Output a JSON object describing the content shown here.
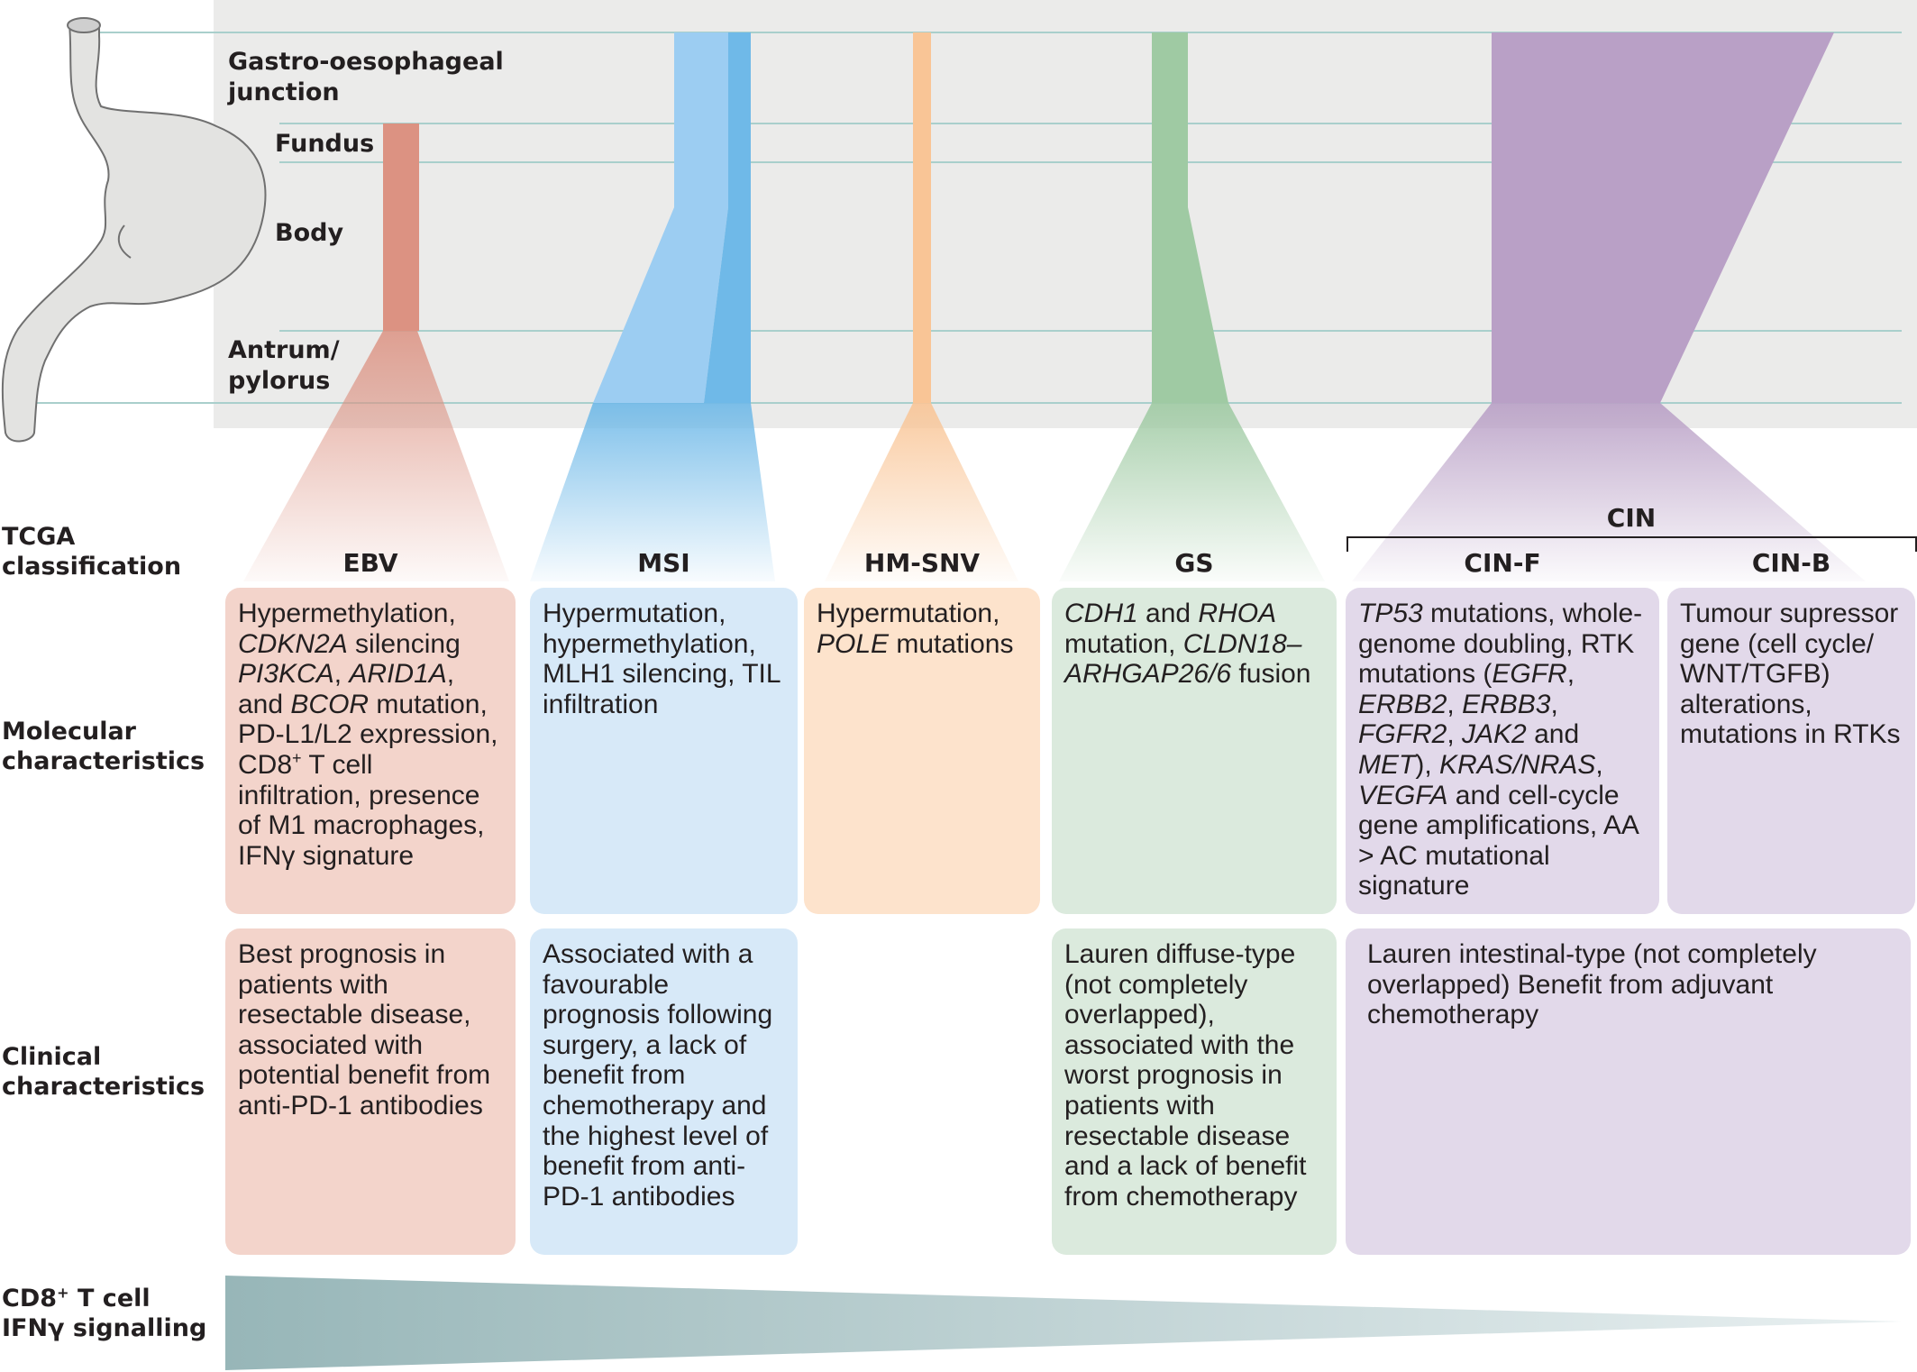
{
  "regions": [
    "Gastro-oesophageal junction",
    "Fundus",
    "Body",
    "Antrum/ pylorus"
  ],
  "row_labels": {
    "tcga": "TCGA classification",
    "molecular": "Molecular characteristics",
    "clinical": "Clinical characteristics",
    "gradient": "CD8+ T cell IFNγ signalling"
  },
  "subtypes": {
    "ebv": {
      "name": "EBV",
      "color": "#dc9282",
      "molecular": "Hypermethylation, CDKN2A silencing PI3KCA, ARID1A, and BCOR mutation, PD-L1/L2 expression, CD8+ T cell infiltration, presence of M1 macrophages, IFNγ signature",
      "clinical": "Best prognosis in patients with resectable disease, associated with potential benefit from anti-PD-1 antibodies"
    },
    "msi": {
      "name": "MSI",
      "color": "#6fb9e8",
      "molecular": "Hypermutation, hypermethylation, MLH1 silencing, TIL infiltration",
      "clinical": "Associated with a favourable prognosis following surgery, a lack of benefit from chemotherapy and the highest level of benefit from anti-PD-1 antibodies"
    },
    "hmsnv": {
      "name": "HM-SNV",
      "color": "#f9c596",
      "molecular": "Hypermutation, POLE mutations"
    },
    "gs": {
      "name": "GS",
      "color": "#9fcaa3",
      "molecular": "CDH1 and RHOA mutation, CLDN18– ARHGAP26/6 fusion",
      "clinical": "Lauren diffuse-type (not completely overlapped), associated with the worst prognosis in patients with resectable disease and a lack of benefit from chemotherapy"
    },
    "cin": {
      "name": "CIN",
      "color": "#b9a0c6",
      "clinical": "Lauren intestinal-type (not completely overlapped) Benefit from adjuvant chemotherapy"
    },
    "cinf": {
      "name": "CIN-F",
      "molecular": "TP53 mutations, whole-genome doubling, RTK mutations (EGFR, ERBB2, ERBB3, FGFR2, JAK2 and MET), KRAS/NRAS, VEGFA and cell-cycle gene amplifications, AA > AC mutational signature"
    },
    "cinb": {
      "name": "CIN-B",
      "molecular": "Tumour supressor gene (cell cycle/ WNT/TGFB) alterations, mutations in RTKs"
    }
  }
}
